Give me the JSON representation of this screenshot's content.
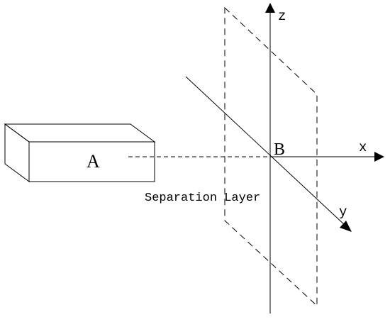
{
  "labels": {
    "box": "A",
    "origin": "B",
    "x_axis": "x",
    "y_axis": "y",
    "z_axis": "z",
    "plane": "Separation Layer"
  },
  "colors": {
    "stroke": "#000000",
    "background": "#ffffff"
  }
}
